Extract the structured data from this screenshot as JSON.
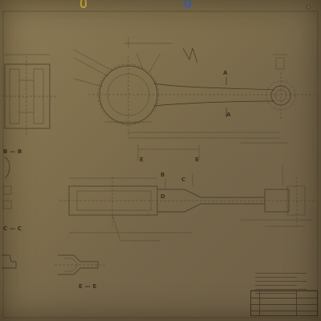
{
  "sheet": {
    "paper_color": "#7f6f4c",
    "ink_color": "#3f3524"
  },
  "clips": [
    {
      "color": "#e0c23a"
    },
    {
      "color": "#3a6fd8"
    }
  ],
  "labels": {
    "section_b": "B",
    "section_c": "C",
    "section_d": "D",
    "section_a": "A",
    "section_ee": "E",
    "view_bb": "B — B",
    "view_cc": "C — C",
    "view_ee": "E — E"
  },
  "notes": [
    "",
    "",
    "",
    "",
    "",
    ""
  ]
}
